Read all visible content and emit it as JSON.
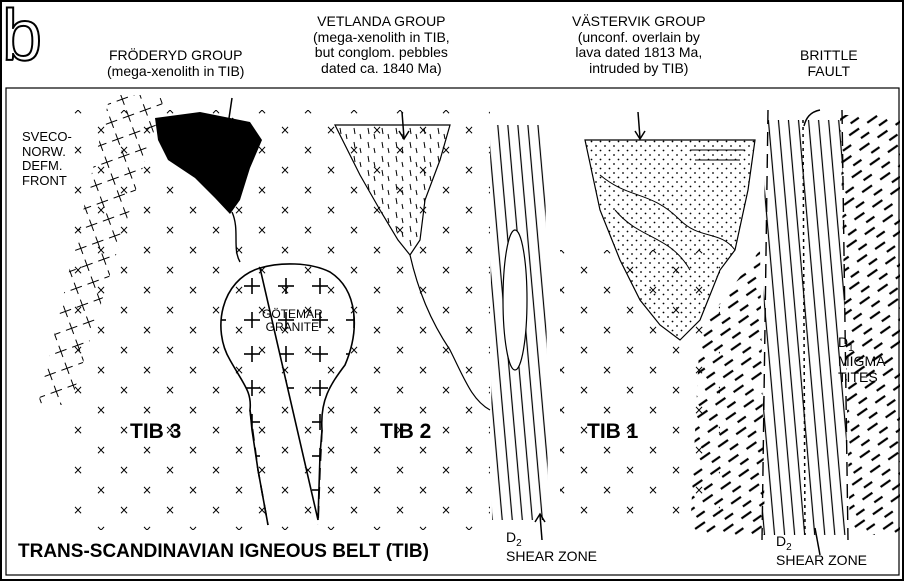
{
  "panel_letter": "b",
  "groups": {
    "froderyd": {
      "title": "FRÖDERYD GROUP",
      "note": "(mega-xenolith in TIB)"
    },
    "vetlanda": {
      "title": "VETLANDA GROUP",
      "line1": "(mega-xenolith in TIB,",
      "line2": "but conglom. pebbles",
      "line3": "dated ca. 1840 Ma)"
    },
    "vastervik": {
      "title": "VÄSTERVIK GROUP",
      "line1": "(unconf. overlain by",
      "line2": "lava dated 1813 Ma,",
      "line3": "intruded by TIB)"
    }
  },
  "brittle_fault": {
    "line1": "BRITTLE",
    "line2": "FAULT"
  },
  "sveco_front": {
    "line1": "SVECO-",
    "line2": "NORW.",
    "line3": "DEFM.",
    "line4": "FRONT"
  },
  "gotemar": {
    "line1": "GÖTEMAR",
    "line2": "GRANITE"
  },
  "tib_units": {
    "tib3": "TIB 3",
    "tib2": "TIB 2",
    "tib1": "TIB 1"
  },
  "migmatites": {
    "d": "D",
    "sub": "1",
    "line1": "MIGMA",
    "line2": "TITES"
  },
  "shear_zone_1": {
    "d": "D",
    "sub": "2",
    "label": "SHEAR ZONE"
  },
  "shear_zone_2": {
    "d": "D",
    "sub": "2",
    "label": "SHEAR ZONE"
  },
  "belt_title": "TRANS-SCANDINAVIAN IGNEOUS BELT (TIB)"
}
